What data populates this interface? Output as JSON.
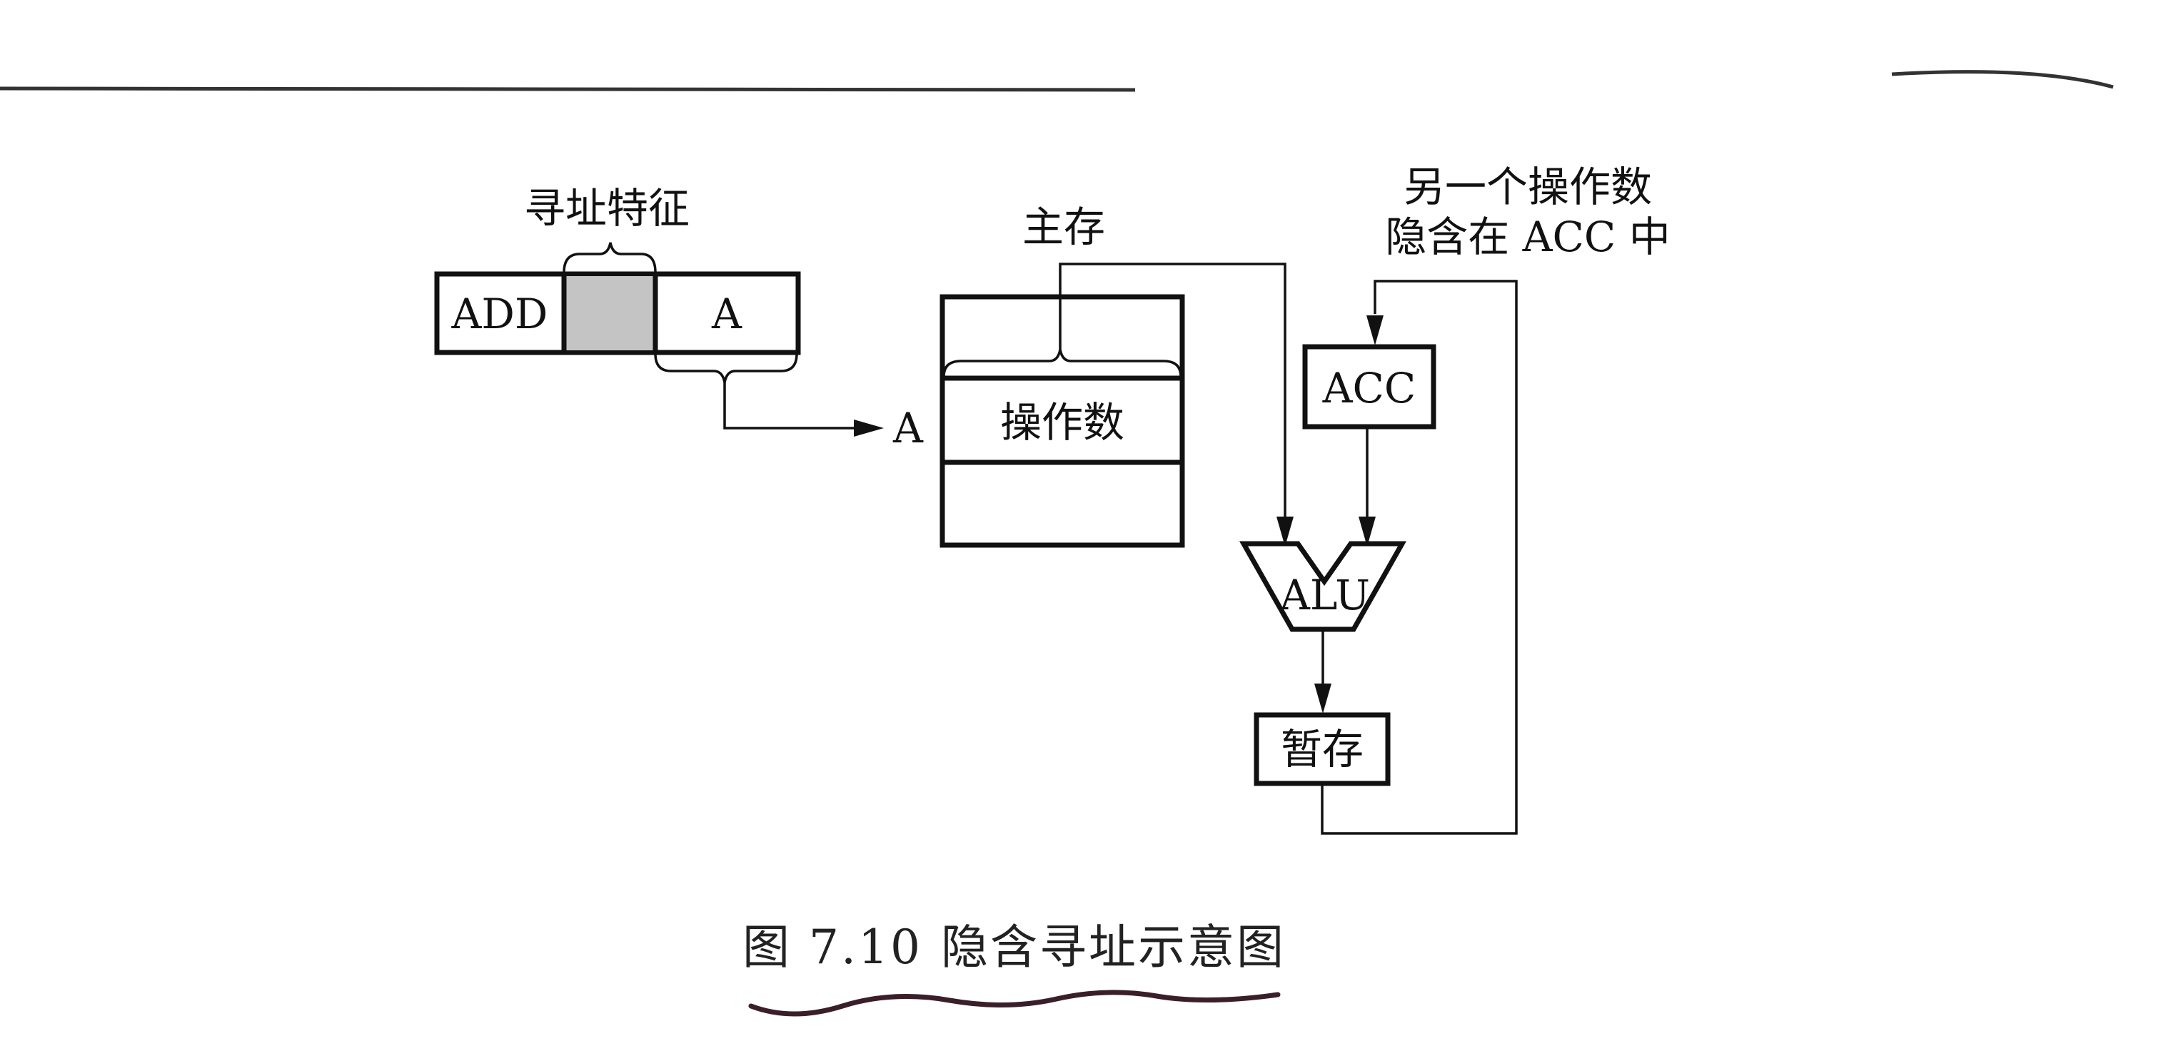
{
  "labels": {
    "addressing_feature": "寻址特征",
    "opcode": "ADD",
    "address_field": "A",
    "main_memory": "主存",
    "operand_address": "A",
    "operand": "操作数",
    "other_operand_line1": "另一个操作数",
    "other_operand_line2": "隐含在 ACC 中",
    "acc": "ACC",
    "alu": "ALU",
    "temp_register": "暂存"
  },
  "caption": {
    "number": "图 7.10",
    "title": "隐含寻址示意图"
  },
  "colors": {
    "ink": "#111111",
    "shaded_field": "#c4c4c4",
    "handwritten_underline": "#3a1f2a"
  }
}
